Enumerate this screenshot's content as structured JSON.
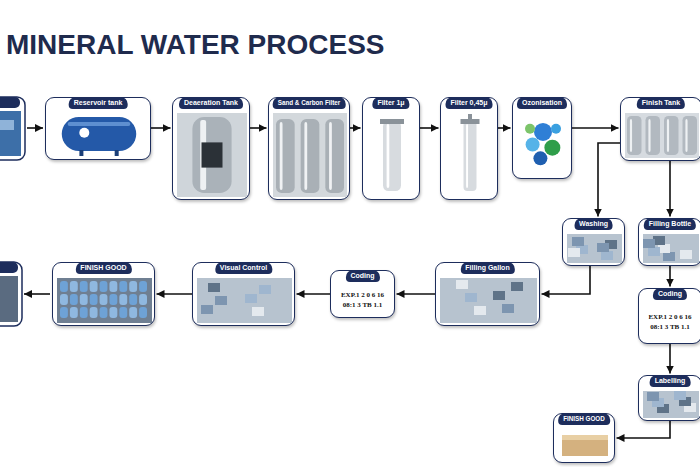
{
  "diagram": {
    "title": "MINERAL WATER PROCESS",
    "nodes": [
      {
        "text": [
          "Reservoir tank"
        ]
      },
      {
        "text": [
          "Deaeration Tank"
        ]
      },
      {
        "text": [
          "Sand & Carbon Filter"
        ]
      },
      {
        "text": [
          "Filter 1μ"
        ]
      },
      {
        "text": [
          "Filter 0,45μ"
        ]
      },
      {
        "text": [
          "Ozonisation"
        ]
      },
      {
        "text": [
          "Finish Tank"
        ]
      },
      {
        "text": [
          "Washing"
        ]
      },
      {
        "text": [
          "Filling Bottle"
        ]
      },
      {
        "text": [
          "Filling Gallon"
        ]
      },
      {
        "text": [
          "Coding",
          "EXP.1 2 0 6 16",
          "08:1 3 TB 1.1"
        ]
      },
      {
        "text": [
          "Visual Control"
        ]
      },
      {
        "text": [
          "FINISH GOOD"
        ]
      },
      {
        "text": [
          "Coding",
          "EXP.1 2 0 6 16",
          "08:1 3 TB 1.1"
        ]
      },
      {
        "text": [
          "Labelling"
        ]
      },
      {
        "text": [
          "FINISH GOOD"
        ]
      }
    ],
    "edges": [
      {
        "from": 0,
        "to": 1,
        "arrow": "to"
      },
      {
        "from": 1,
        "to": 2,
        "arrow": "to"
      },
      {
        "from": 2,
        "to": 3,
        "arrow": "to"
      },
      {
        "from": 3,
        "to": 4,
        "arrow": "to"
      },
      {
        "from": 4,
        "to": 5,
        "arrow": "to"
      },
      {
        "from": 5,
        "to": 6,
        "arrow": "to"
      },
      {
        "from": 6,
        "to": 7,
        "arrow": "to"
      },
      {
        "from": 6,
        "to": 8,
        "arrow": "to"
      },
      {
        "from": 7,
        "to": 9,
        "arrow": "to"
      },
      {
        "from": 9,
        "to": 10,
        "arrow": "to"
      },
      {
        "from": 10,
        "to": 11,
        "arrow": "to"
      },
      {
        "from": 11,
        "to": 12,
        "arrow": "to"
      },
      {
        "from": 8,
        "to": 13,
        "arrow": "to"
      },
      {
        "from": 13,
        "to": 14,
        "arrow": "to"
      },
      {
        "from": 14,
        "to": 15,
        "arrow": "to"
      }
    ]
  }
}
